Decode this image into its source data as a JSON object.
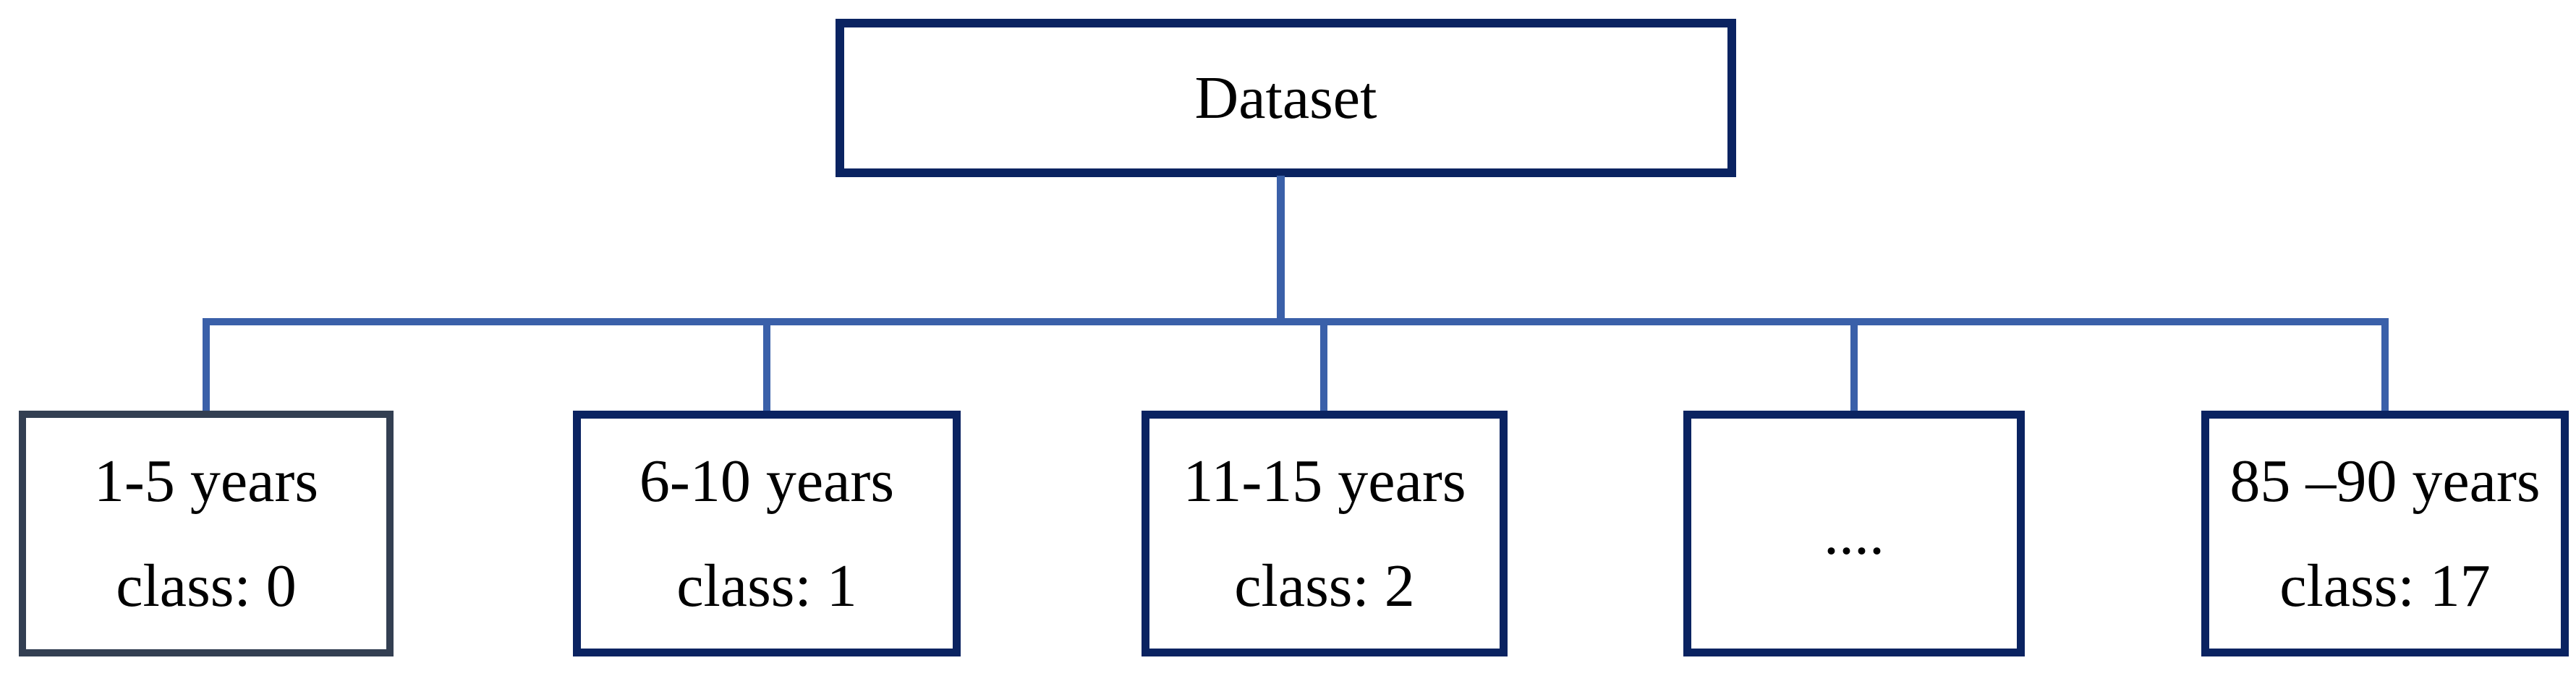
{
  "diagram": {
    "root": {
      "label": "Dataset"
    },
    "children": [
      {
        "line1": "1-5 years",
        "line2": "class: 0"
      },
      {
        "line1": "6-10 years",
        "line2": "class: 1"
      },
      {
        "line1": "11-15 years",
        "line2": "class: 2"
      },
      {
        "line1": "...."
      },
      {
        "line1": "85 –90 years",
        "line2": "class: 17"
      }
    ]
  },
  "colors": {
    "navy_border": "#0a2361",
    "slate_border": "#333f52",
    "connector": "#3a60a9",
    "text": "#000000",
    "background": "#ffffff"
  }
}
